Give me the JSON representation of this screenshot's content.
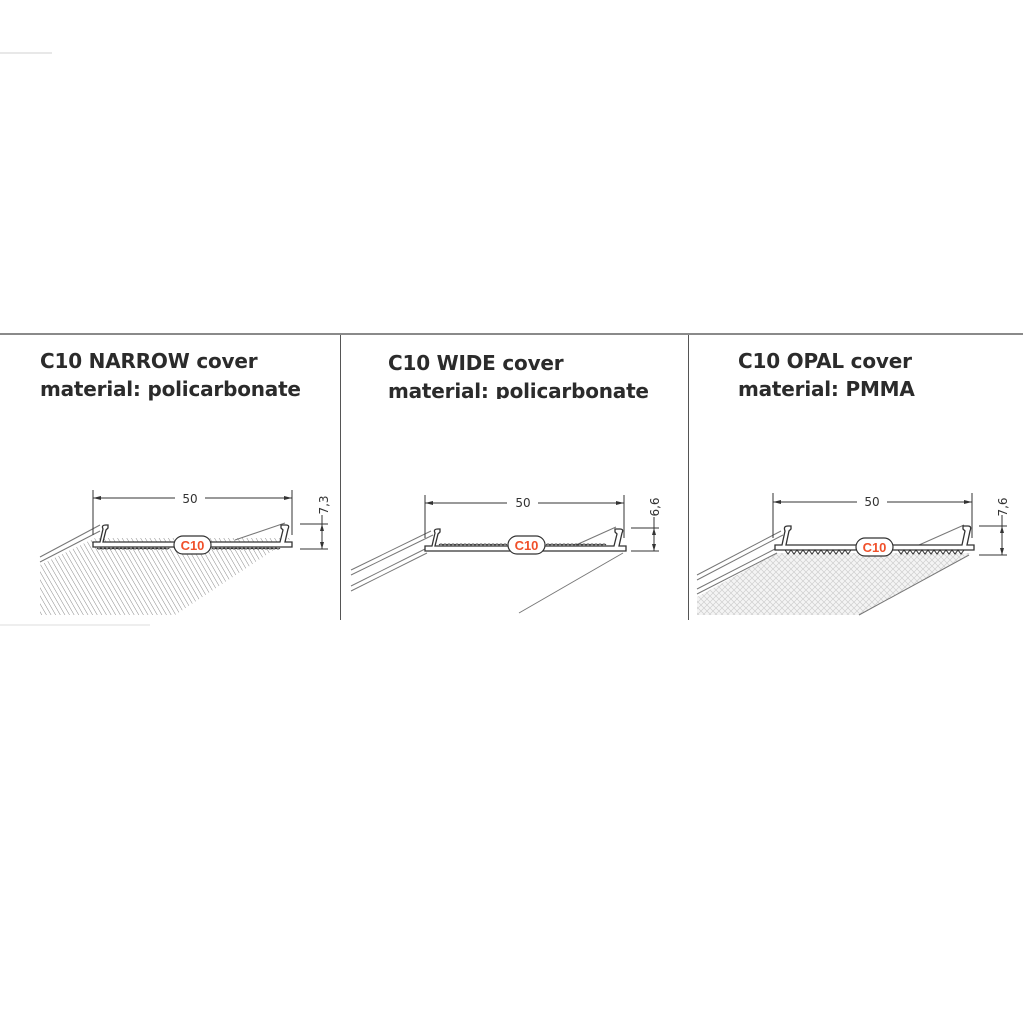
{
  "panels": [
    {
      "id": "narrow",
      "title": "C10 NARROW cover",
      "material": "material: policarbonate",
      "width_label": "50",
      "height_label": "7,3",
      "badge": "C10",
      "fill_pattern": "fine-diagonal-hatch"
    },
    {
      "id": "wide",
      "title": "C10 WIDE cover",
      "material": "material: policarbonate",
      "width_label": "50",
      "height_label": "6,6",
      "badge": "C10",
      "fill_pattern": "clear"
    },
    {
      "id": "opal",
      "title": "C10 OPAL cover",
      "material": "material: PMMA",
      "width_label": "50",
      "height_label": "7,6",
      "badge": "C10",
      "fill_pattern": "opal-crosshatch"
    }
  ],
  "colors": {
    "badge_text": "#f0502a",
    "line": "#333333",
    "title": "#2b2b2b",
    "divider": "#8a8a8a"
  }
}
